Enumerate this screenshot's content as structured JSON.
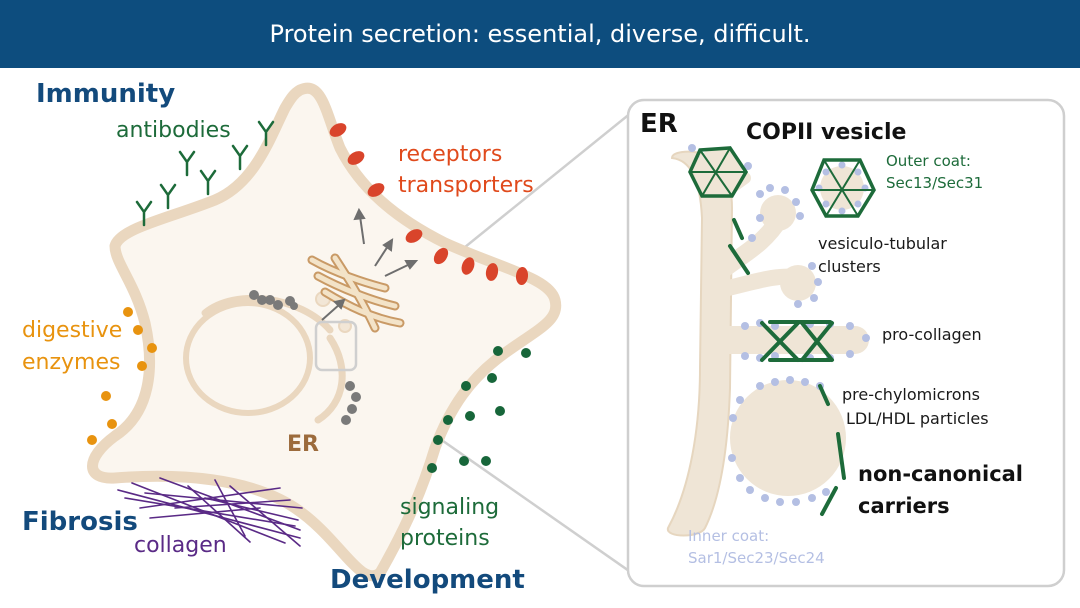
{
  "title": "Protein secretion: essential, diverse, difficult.",
  "cell": {
    "immunity": "Immunity",
    "antibodies": "antibodies",
    "receptors": "receptors",
    "transporters": "transporters",
    "digestive": "digestive",
    "enzymes": "enzymes",
    "er": "ER",
    "fibrosis": "Fibrosis",
    "collagen": "collagen",
    "signaling": "signaling",
    "proteins": "proteins",
    "development": "Development"
  },
  "inset": {
    "er": "ER",
    "copii": "COPII vesicle",
    "outer_coat": "Outer coat:",
    "outer_coat_proteins": "Sec13/Sec31",
    "vesiculo": "vesiculo-tubular",
    "clusters": "clusters",
    "procollagen": "pro-collagen",
    "prechylo": "pre-chylomicrons",
    "ldl": "LDL/HDL particles",
    "noncanonical": "non-canonical",
    "carriers": "carriers",
    "inner_coat": "Inner coat:",
    "inner_coat_proteins": "Sar1/Sec23/Sec24"
  },
  "colors": {
    "banner": "#0d4d7e",
    "membrane": "#ead7bf",
    "cytoplasm": "#f7f0e6",
    "antibody": "#1d6b3a",
    "receptor": "#d9442b",
    "enzyme": "#e8930f",
    "collagen": "#5a2a86",
    "golgi": "#e2c49c",
    "coat_outer": "#1d6b3a",
    "coat_inner": "#b4bfe3"
  }
}
